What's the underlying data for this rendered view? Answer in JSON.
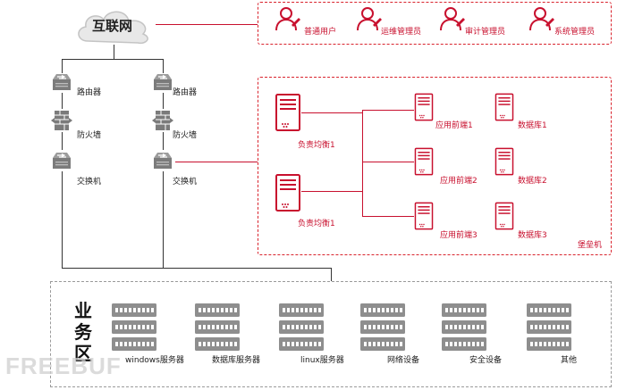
{
  "internet": {
    "label": "互联网"
  },
  "users": [
    {
      "label": "普通用户"
    },
    {
      "label": "运维管理员"
    },
    {
      "label": "审计管理员"
    },
    {
      "label": "系统管理员"
    }
  ],
  "network": {
    "router": "路由器",
    "firewall": "防火墙",
    "switch": "交换机"
  },
  "bastion": {
    "label": "堡垒机",
    "load_balancers": [
      "负责均衡1",
      "负责均衡1"
    ],
    "app_frontends": [
      "应用前端1",
      "应用前端2",
      "应用前端3"
    ],
    "databases": [
      "数据库1",
      "数据库2",
      "数据库3"
    ]
  },
  "business_zone": {
    "title": [
      "业",
      "务",
      "区"
    ],
    "items": [
      "windows服务器",
      "数据库服务器",
      "linux服务器",
      "网络设备",
      "安全设备",
      "其他"
    ]
  },
  "watermark": "FREEBUF",
  "colors": {
    "accent": "#c8102e",
    "gray": "#8a8a8a"
  }
}
